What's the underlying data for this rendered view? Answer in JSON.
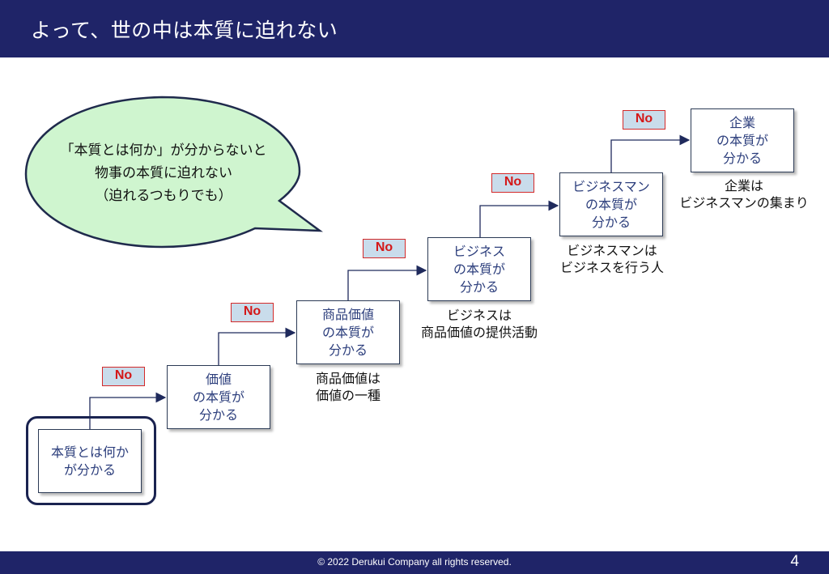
{
  "header": {
    "title": "よって、世の中は本質に迫れない"
  },
  "bubble": {
    "text": "「本質とは何か」が分からないと\n物事の本質に迫れない\n（迫れるつもりでも）"
  },
  "steps": [
    {
      "label": "本質とは何か\nが分かる",
      "caption": ""
    },
    {
      "label": "価値\nの本質が\n分かる",
      "caption": ""
    },
    {
      "label": "商品価値\nの本質が\n分かる",
      "caption": "商品価値は\n価値の一種"
    },
    {
      "label": "ビジネス\nの本質が\n分かる",
      "caption": "ビジネスは\n商品価値の提供活動"
    },
    {
      "label": "ビジネスマン\nの本質が\n分かる",
      "caption": "ビジネスマンは\nビジネスを行う人"
    },
    {
      "label": "企業\nの本質が\n分かる",
      "caption": "企業は\nビジネスマンの集まり"
    }
  ],
  "no_label": "No",
  "footer": {
    "copyright": "© 2022 Derukui Company all rights reserved.",
    "page_number": "4"
  },
  "colors": {
    "header_bg": "#1f2468",
    "bubble_fill": "#cff5cf",
    "no_fill": "#c9dceb",
    "no_text": "#d41818"
  }
}
